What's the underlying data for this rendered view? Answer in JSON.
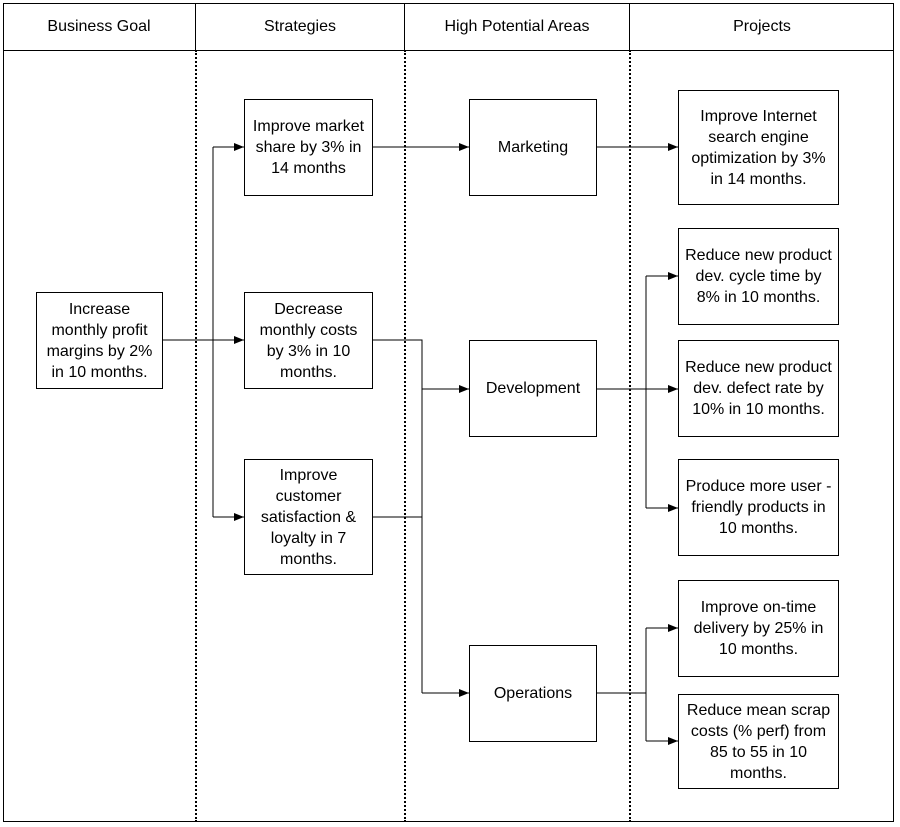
{
  "headers": {
    "business_goal": "Business Goal",
    "strategies": "Strategies",
    "high_potential_areas": "High Potential Areas",
    "projects": "Projects"
  },
  "goal": {
    "text": "Increase monthly profit margins by 2% in 10 months."
  },
  "strategies": {
    "market_share": "Improve market share by 3% in 14 months",
    "costs": "Decrease monthly costs by 3% in 10 months.",
    "customer": "Improve customer satisfaction & loyalty in 7 months."
  },
  "areas": {
    "marketing": "Marketing",
    "development": "Development",
    "operations": "Operations"
  },
  "projects": {
    "seo": "Improve Internet search engine optimization by 3% in 14 months.",
    "cycle_time": "Reduce new product dev. cycle time by 8% in 10 months.",
    "defect_rate": "Reduce new product dev. defect rate by 10% in 10 months.",
    "user_friendly": "Produce more user -friendly products in 10 months.",
    "delivery": "Improve on-time delivery by 25% in 10 months.",
    "scrap": "Reduce mean scrap costs (% perf) from 85 to 55 in 10 months."
  }
}
